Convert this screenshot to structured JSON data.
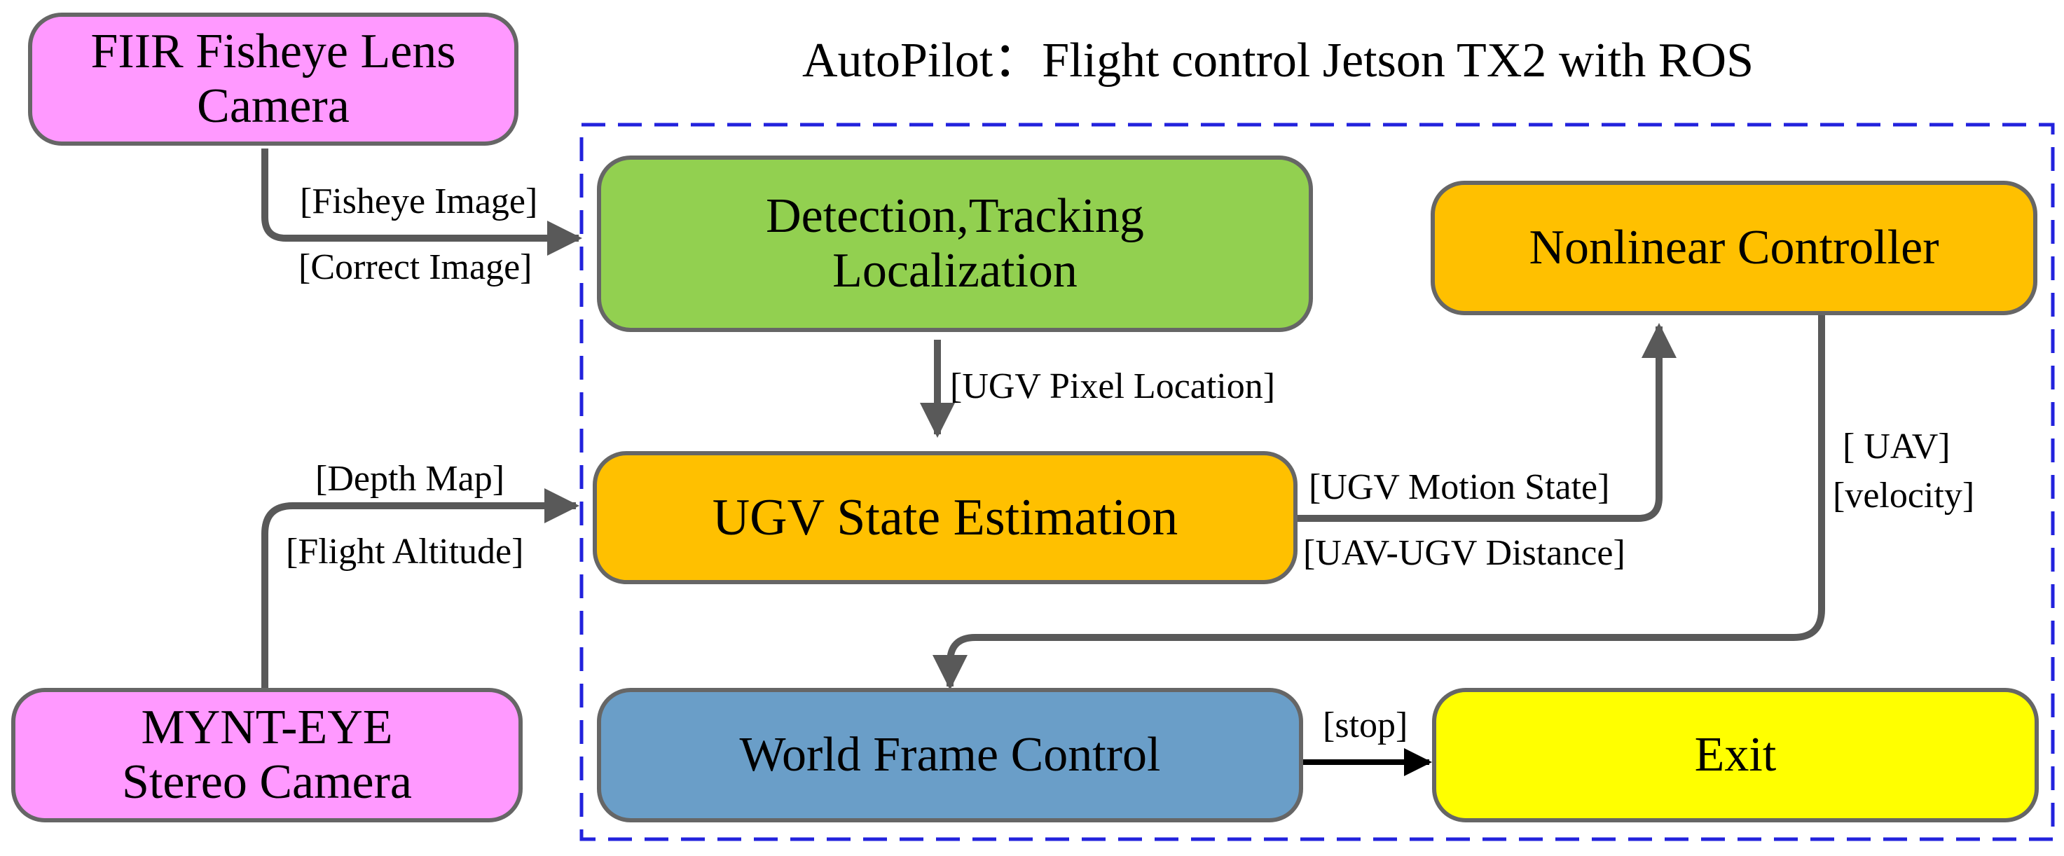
{
  "title": "AutoPilot：Flight control   Jetson TX2 with ROS",
  "colors": {
    "camera": "#ff99ff",
    "detection": "#92d050",
    "orange": "#ffc000",
    "world": "#6a9ec8",
    "exit": "#ffff00",
    "border": "#666666",
    "arrow": "#595959",
    "dashed": "#2222dd"
  },
  "nodes": {
    "fisheye_camera": "FIIR Fisheye  Lens\nCamera",
    "stereo_camera": "MYNT-EYE\nStereo Camera",
    "detection": "Detection,Tracking\nLocalization",
    "state_estimation": "UGV State Estimation",
    "controller": "Nonlinear Controller",
    "world_frame": "World Frame Control",
    "exit": "Exit"
  },
  "labels": {
    "fisheye_image": "[Fisheye Image]",
    "correct_image": "[Correct Image]",
    "pixel_location": "[UGV Pixel Location]",
    "depth_map": "[Depth Map]",
    "flight_altitude": "[Flight Altitude]",
    "motion_state": "[UGV Motion State]",
    "distance": "[UAV-UGV Distance]",
    "uav": "[ UAV]",
    "velocity": "[velocity]",
    "stop": "[stop]"
  }
}
